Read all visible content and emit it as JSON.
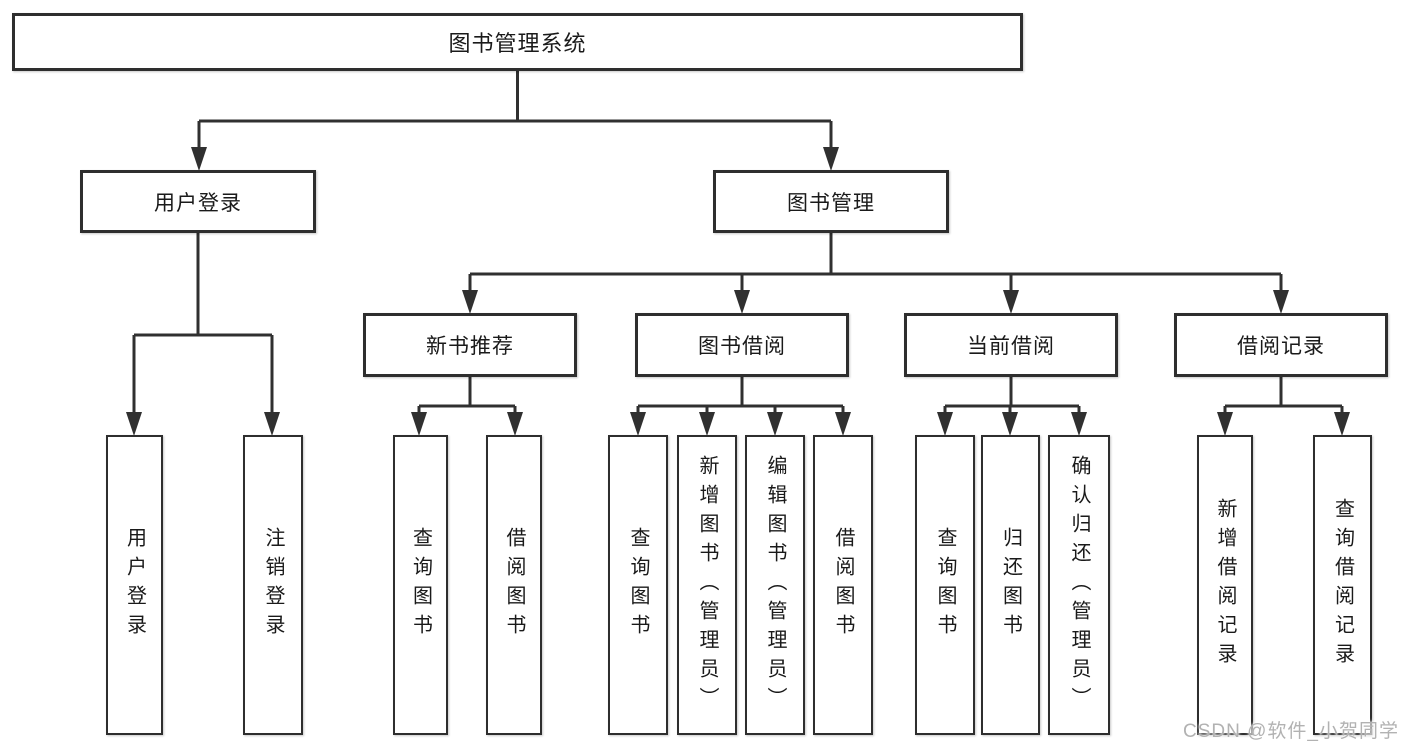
{
  "tree": {
    "root": {
      "label": "图书管理系统"
    },
    "branches": [
      {
        "label": "用户登录",
        "children": [
          {
            "label": "用户登录"
          },
          {
            "label": "注销登录"
          }
        ]
      },
      {
        "label": "图书管理",
        "children": [
          {
            "label": "新书推荐",
            "children": [
              {
                "label": "查询图书"
              },
              {
                "label": "借阅图书"
              }
            ]
          },
          {
            "label": "图书借阅",
            "children": [
              {
                "label": "查询图书"
              },
              {
                "label": "新增图书（管理员）"
              },
              {
                "label": "编辑图书（管理员）"
              },
              {
                "label": "借阅图书"
              }
            ]
          },
          {
            "label": "当前借阅",
            "children": [
              {
                "label": "查询图书"
              },
              {
                "label": "归还图书"
              },
              {
                "label": "确认归还（管理员）"
              }
            ]
          },
          {
            "label": "借阅记录",
            "children": [
              {
                "label": "新增借阅记录"
              },
              {
                "label": "查询借阅记录"
              }
            ]
          }
        ]
      }
    ]
  },
  "watermark": {
    "text": "CSDN @软件_小贺同学"
  },
  "colors": {
    "line": "#303030",
    "box_border": "#2e2e2e",
    "text": "#1a1a1a",
    "watermark": "#b2b2b2",
    "background": "#ffffff"
  }
}
